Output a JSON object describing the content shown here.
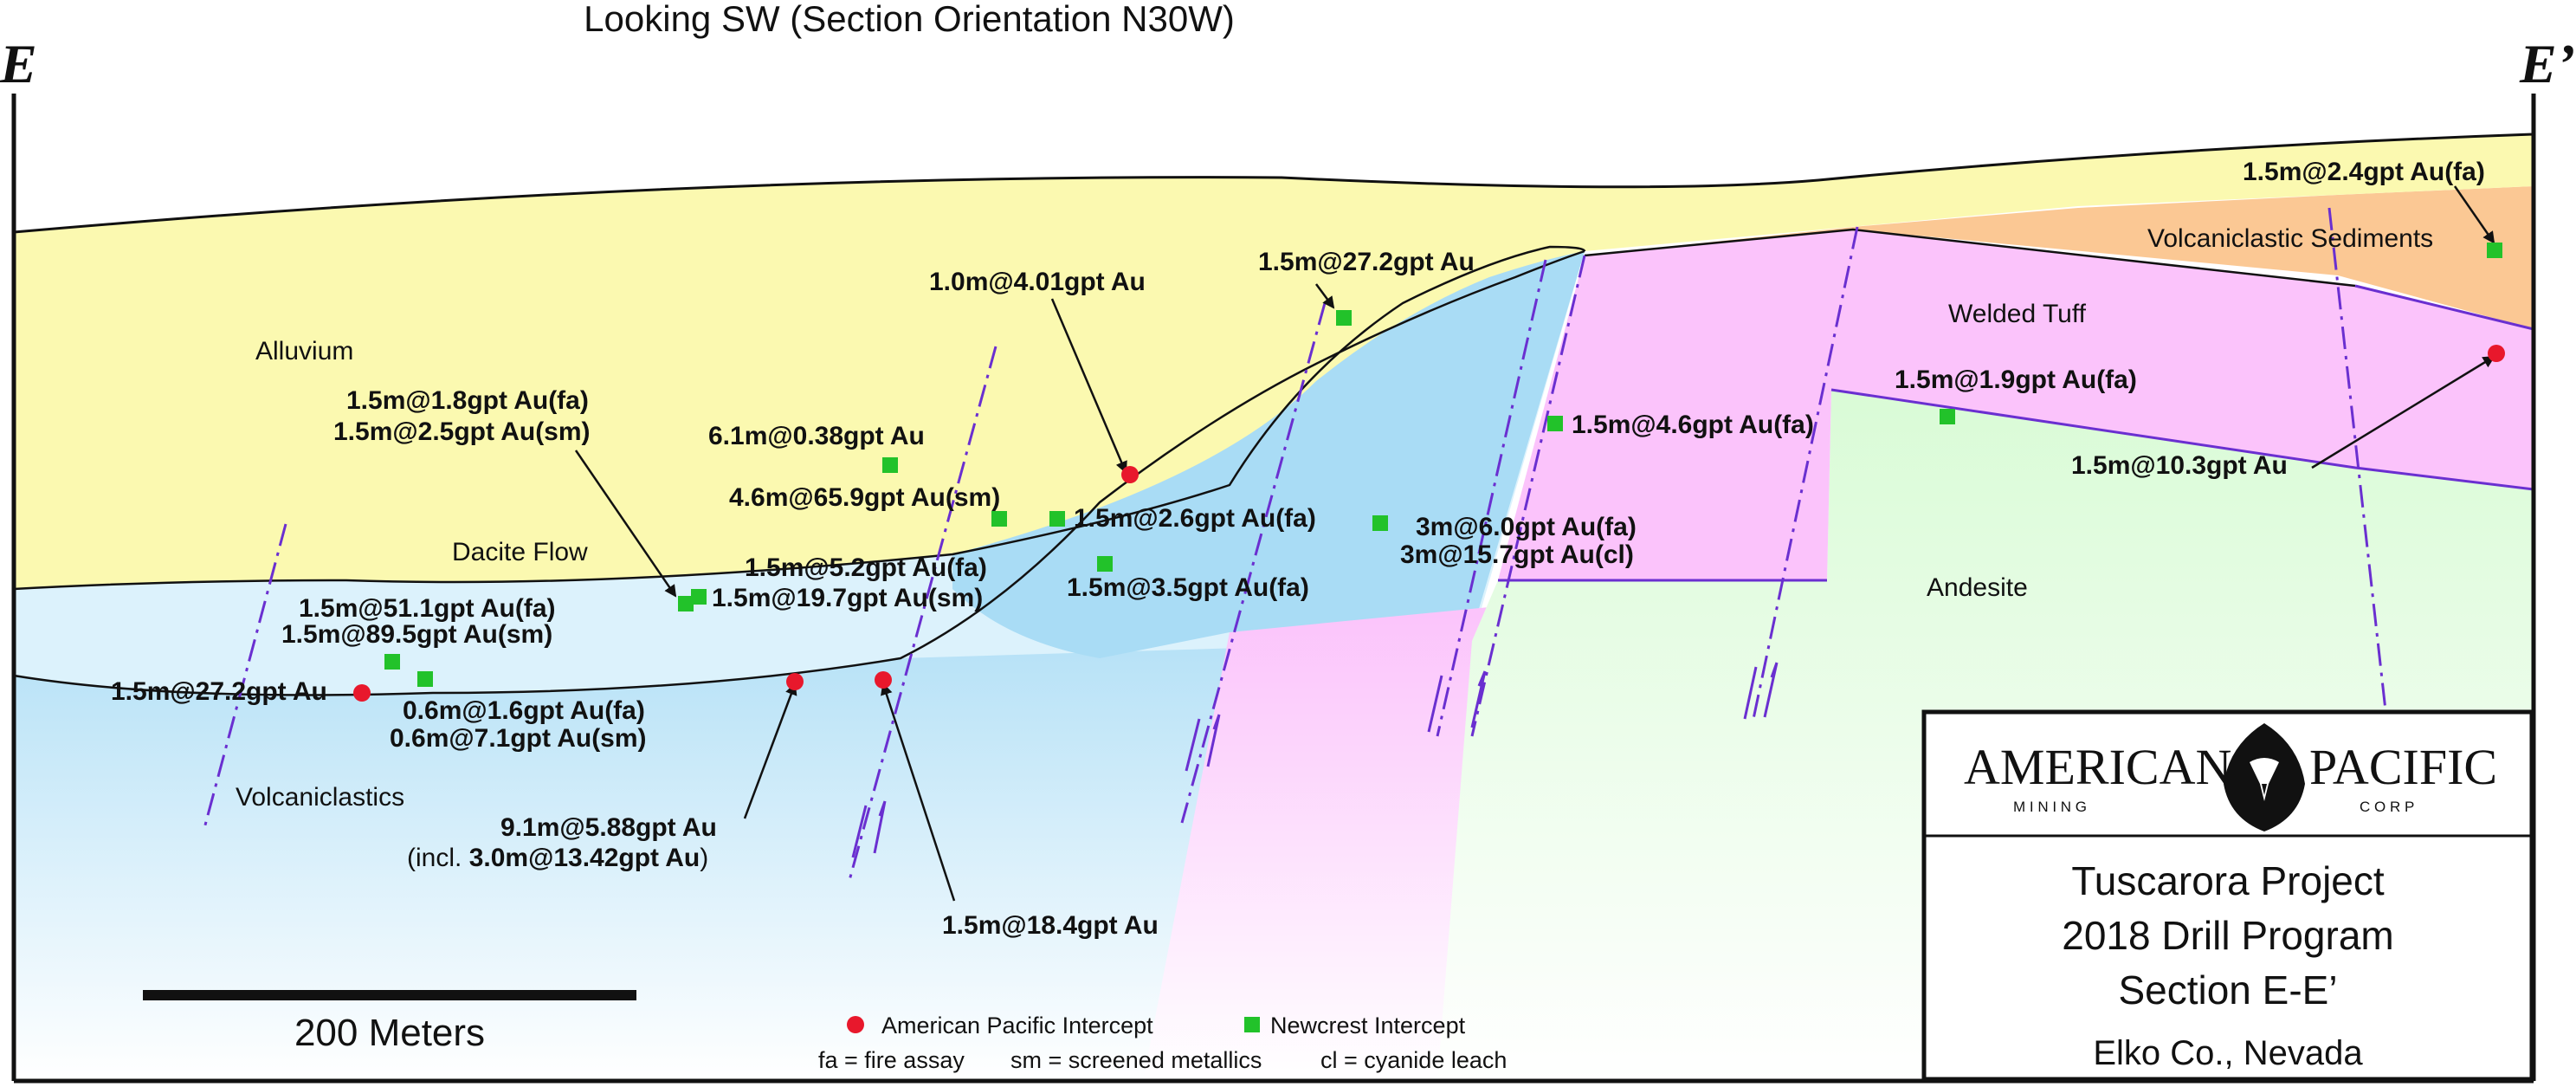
{
  "header": {
    "title": "Looking SW (Section Orientation N30W)",
    "left_marker": "E",
    "right_marker": "E’"
  },
  "units": {
    "alluvium": "Alluvium",
    "dacite": "Dacite Flow",
    "volcaniclastics": "Volcaniclastics",
    "welded_tuff": "Welded Tuff",
    "volc_sediments": "Volcaniclastic Sediments",
    "andesite": "Andesite"
  },
  "intercepts": {
    "i1": "1.5m@2.4gpt Au(fa)",
    "i2": "1.5m@27.2gpt Au",
    "i3": "1.0m@4.01gpt Au",
    "i4a": "1.5m@1.8gpt Au(fa)",
    "i4b": "1.5m@2.5gpt Au(sm)",
    "i5": "6.1m@0.38gpt Au",
    "i6": "4.6m@65.9gpt Au(sm)",
    "i7": "1.5m@2.6gpt Au(fa)",
    "i8": "1.5m@4.6gpt Au(fa)",
    "i9": "1.5m@1.9gpt Au(fa)",
    "i10": "1.5m@10.3gpt Au",
    "i11a": "3m@6.0gpt Au(fa)",
    "i11b": "3m@15.7gpt Au(cl)",
    "i12": "1.5m@5.2gpt Au(fa)",
    "i13": "1.5m@19.7gpt Au(sm)",
    "i14": "1.5m@3.5gpt Au(fa)",
    "i15a": "1.5m@51.1gpt Au(fa)",
    "i15b": "1.5m@89.5gpt Au(sm)",
    "i16": "1.5m@27.2gpt Au",
    "i17a": "0.6m@1.6gpt Au(fa)",
    "i17b": "0.6m@7.1gpt Au(sm)",
    "i18a": "9.1m@5.88gpt Au",
    "i18b_prefix": "(incl. ",
    "i18b_bold": "3.0m@13.42gpt Au",
    "i18b_suffix": ")",
    "i19": "1.5m@18.4gpt Au"
  },
  "scale": {
    "label": "200 Meters"
  },
  "legend": {
    "american": "American Pacific Intercept",
    "newcrest": "Newcrest Intercept",
    "abbrev_fa": "fa = fire assay",
    "abbrev_sm": "sm = screened metallics",
    "abbrev_cl": "cl = cyanide leach"
  },
  "title_block": {
    "logo_left": "AMERICAN",
    "logo_right": "PACIFIC",
    "logo_sub_left": "M I N I N G",
    "logo_sub_right": "C O R P",
    "line1": "Tuscarora Project",
    "line2": "2018 Drill Program",
    "line3": "Section E-E’",
    "line4": "Elko Co., Nevada"
  },
  "colors": {
    "alluvium": "#fbf9b0",
    "dacite": "#dcf2fc",
    "volcaniclastics": "#a9dcf5",
    "welded_tuff": "#fbc3fb",
    "volc_sediments": "#fbc894",
    "andesite": "#d9fbd6",
    "fault": "#6a2fd0",
    "american_marker": "#e8182c",
    "newcrest_marker": "#22c22a"
  }
}
